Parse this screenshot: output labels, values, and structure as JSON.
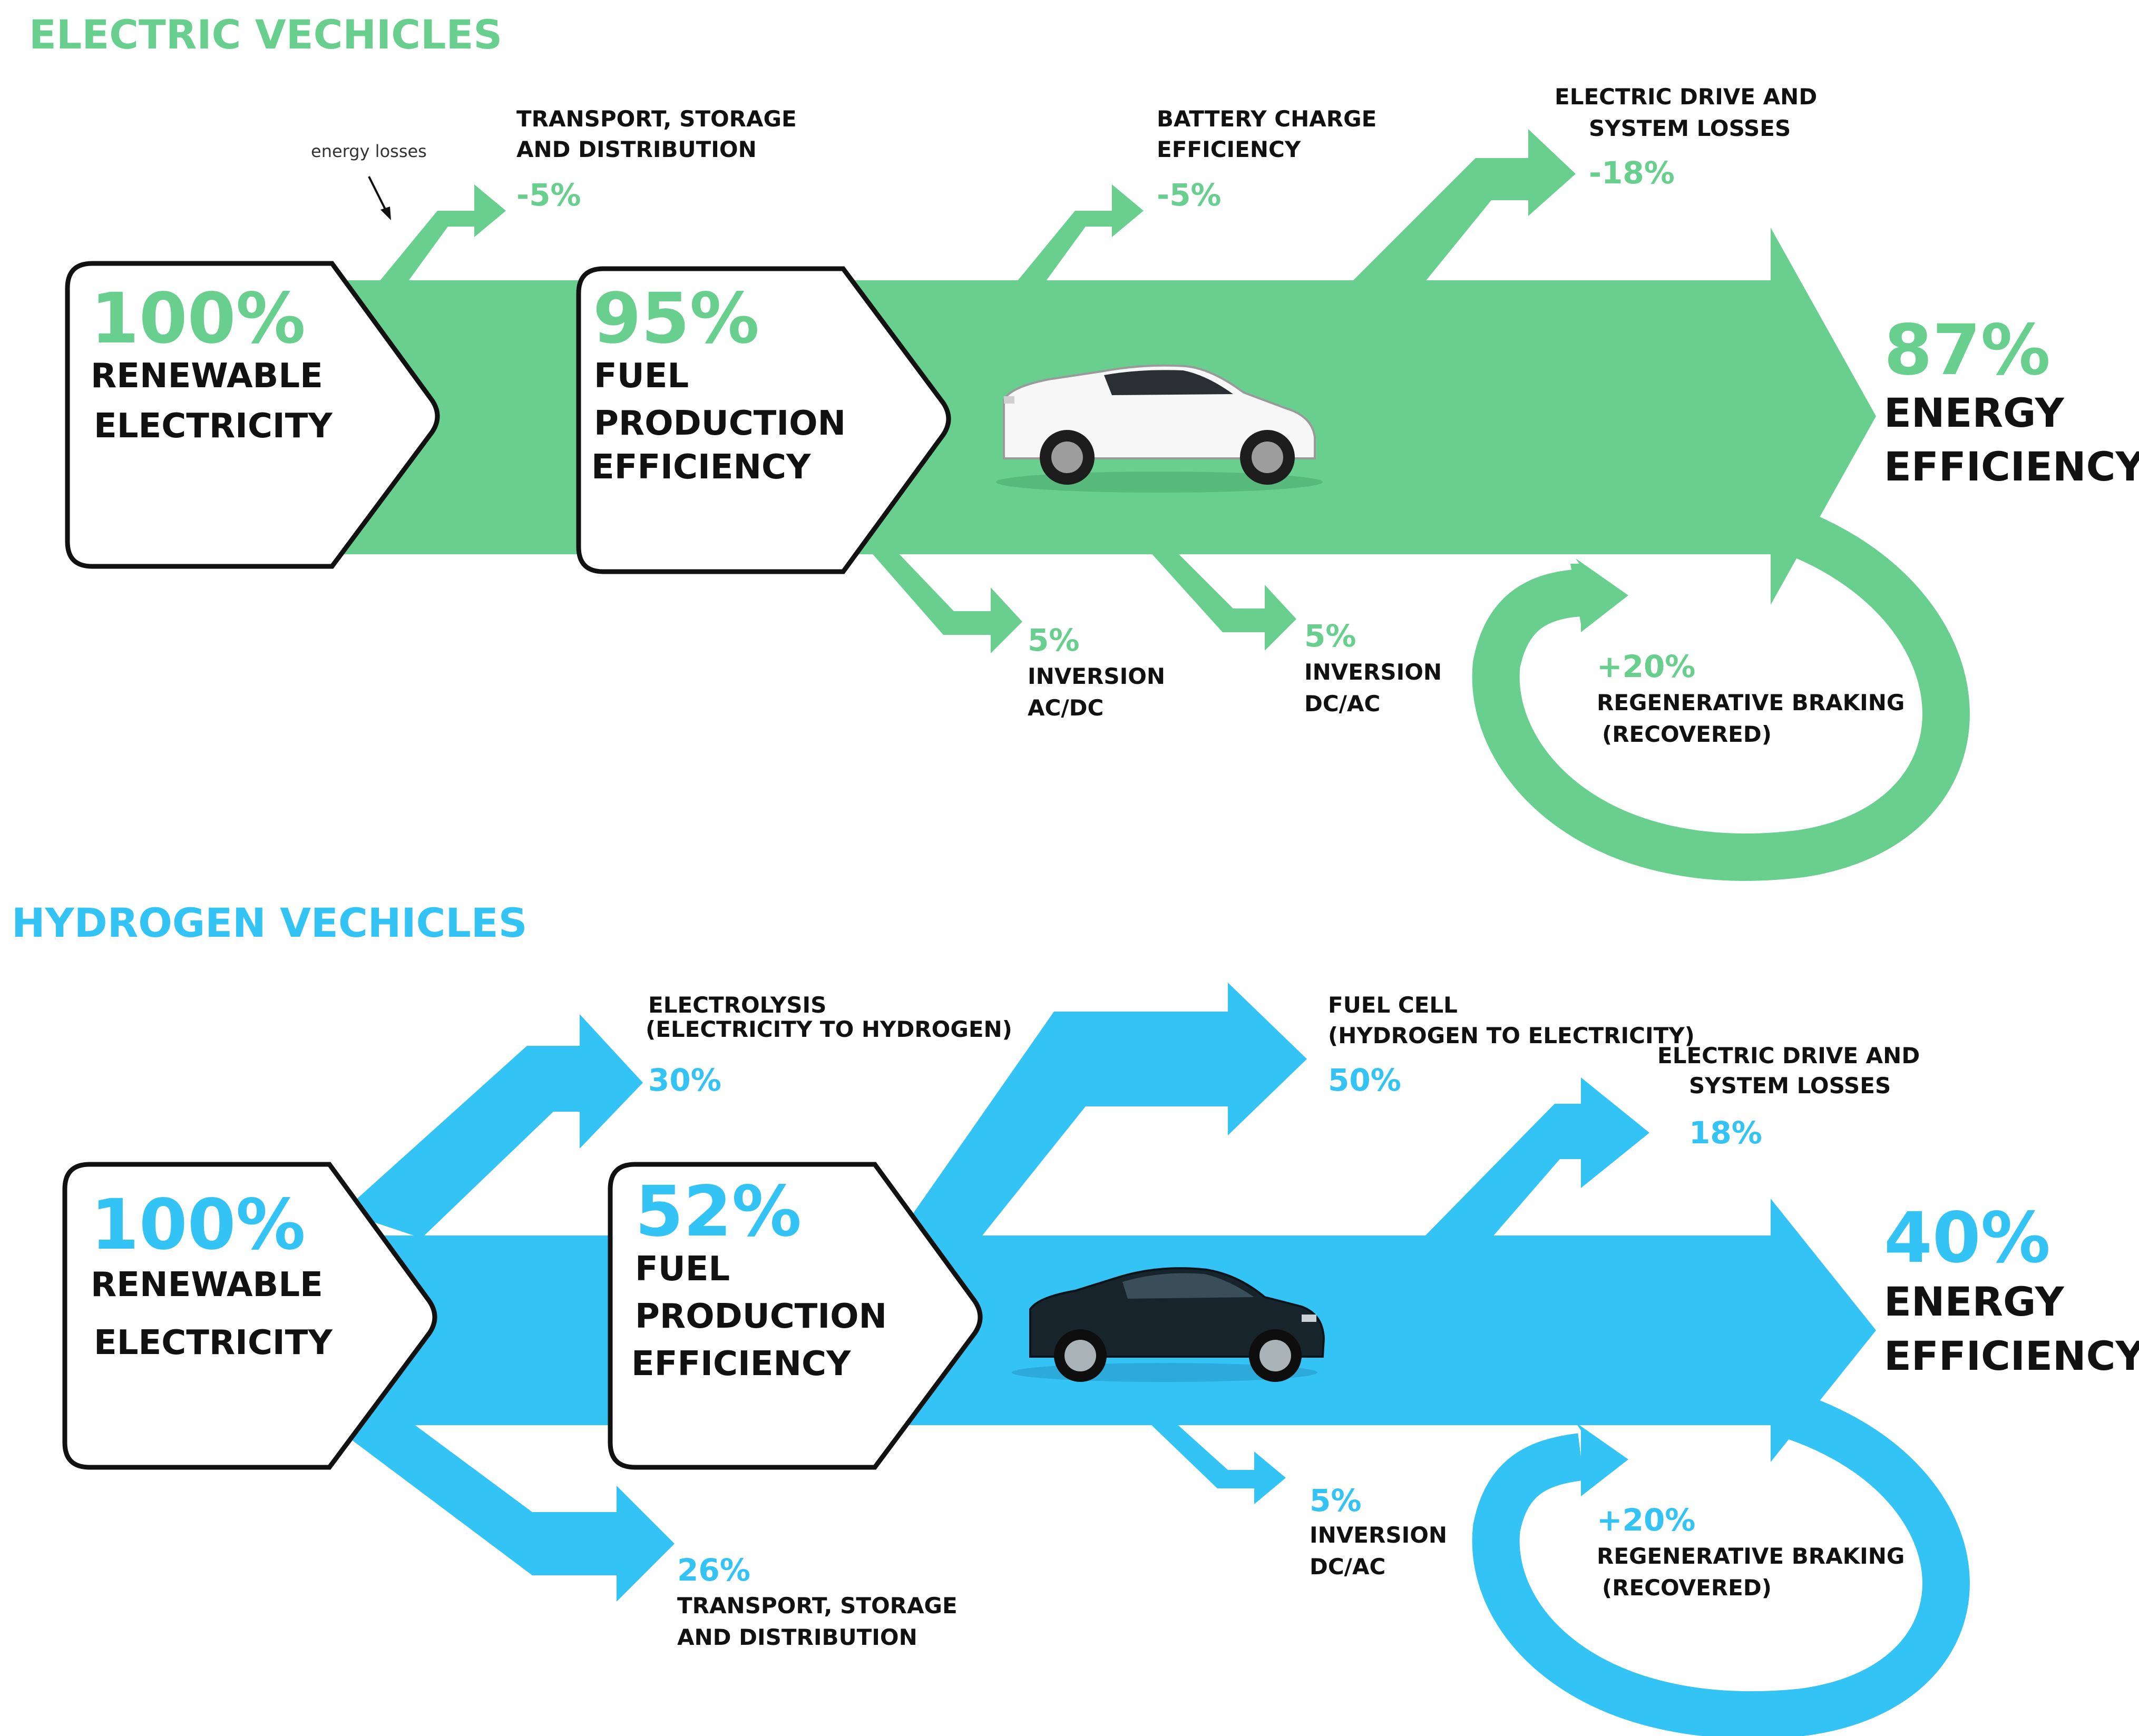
{
  "colors": {
    "ev_accent": "#69cf8f",
    "hydrogen_accent": "#33c3f4",
    "text": "#111111",
    "box_fill": "#ffffff",
    "box_stroke": "#111111"
  },
  "ev": {
    "heading": "ELECTRIC VECHICLES",
    "annotation": "energy losses",
    "source": {
      "pct": "100%",
      "line1": "RENEWABLE",
      "line2": "ELECTRICITY"
    },
    "production": {
      "pct": "95%",
      "line1": "FUEL",
      "line2": "PRODUCTION",
      "line3": "EFFICIENCY"
    },
    "losses_top": [
      {
        "label1": "TRANSPORT, STORAGE",
        "label2": "AND DISTRIBUTION",
        "pct": "-5%"
      },
      {
        "label1": "BATTERY CHARGE",
        "label2": "EFFICIENCY",
        "pct": "-5%"
      },
      {
        "label1": "ELECTRIC DRIVE AND",
        "label2": "SYSTEM LOSSES",
        "pct": "-18%"
      }
    ],
    "losses_bottom": [
      {
        "pct": "5%",
        "label1": "INVERSION",
        "label2": "AC/DC"
      },
      {
        "pct": "5%",
        "label1": "INVERSION",
        "label2": "DC/AC"
      }
    ],
    "regen": {
      "pct": "+20%",
      "label1": "REGENERATIVE BRAKING",
      "label2": "(RECOVERED)"
    },
    "result": {
      "pct": "87%",
      "line1": "ENERGY",
      "line2": "EFFICIENCY"
    },
    "car_icon": "white-suv-icon"
  },
  "h2": {
    "heading": "HYDROGEN VECHICLES",
    "source": {
      "pct": "100%",
      "line1": "RENEWABLE",
      "line2": "ELECTRICITY"
    },
    "production": {
      "pct": "52%",
      "line1": "FUEL",
      "line2": "PRODUCTION",
      "line3": "EFFICIENCY"
    },
    "losses_top": [
      {
        "label1": "ELECTROLYSIS",
        "label2": "(ELECTRICITY TO HYDROGEN)",
        "pct": "30%"
      },
      {
        "label1": "FUEL CELL",
        "label2": "(HYDROGEN TO ELECTRICITY)",
        "pct": "50%"
      },
      {
        "label1": "ELECTRIC DRIVE AND",
        "label2": "SYSTEM LOSSES",
        "pct": "18%"
      }
    ],
    "losses_bottom": [
      {
        "pct": "26%",
        "label1": "TRANSPORT, STORAGE",
        "label2": "AND DISTRIBUTION"
      },
      {
        "pct": "5%",
        "label1": "INVERSION",
        "label2": "DC/AC"
      }
    ],
    "regen": {
      "pct": "+20%",
      "label1": "REGENERATIVE BRAKING",
      "label2": "(RECOVERED)"
    },
    "result": {
      "pct": "40%",
      "line1": "ENERGY",
      "line2": "EFFICIENCY"
    },
    "car_icon": "black-sedan-icon"
  }
}
